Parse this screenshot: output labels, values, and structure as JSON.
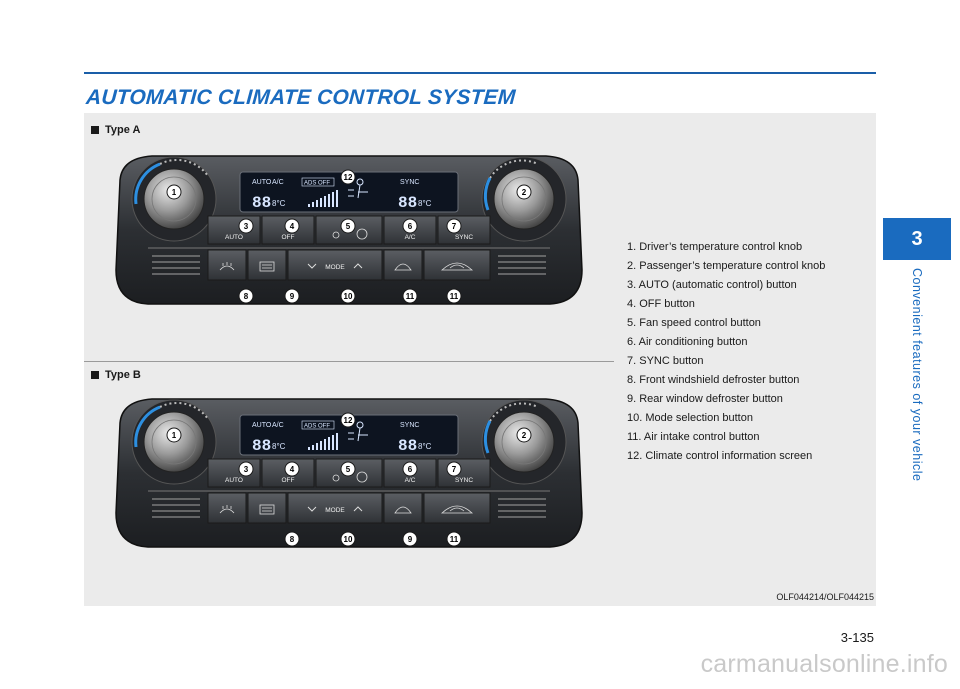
{
  "page": {
    "title": "AUTOMATIC CLIMATE CONTROL SYSTEM",
    "page_number": "3-135",
    "chapter": {
      "number": "3",
      "title": "Convenient features of your vehicle"
    },
    "image_credit": "OLF044214/OLF044215",
    "watermark": "carmanualsonline.info"
  },
  "figures": [
    {
      "label": "Type A",
      "screen": {
        "auto": "AUTO",
        "ac": "A/C",
        "ads": "ADS OFF",
        "sync": "SYNC",
        "temp_left": "88",
        "temp_right": "88",
        "unit": "8°C"
      },
      "buttons": {
        "auto": "AUTO",
        "off": "OFF",
        "ac": "A/C",
        "sync": "SYNC",
        "mode": "MODE"
      },
      "callouts": {
        "c1": "1",
        "c2": "2",
        "c3": "3",
        "c4": "4",
        "c5": "5",
        "c6": "6",
        "c7": "7",
        "c12": "12",
        "b1": "8",
        "b2": "9",
        "b3": "10",
        "b4": "11",
        "b5": "11"
      }
    },
    {
      "label": "Type B",
      "screen": {
        "auto": "AUTO",
        "ac": "A/C",
        "ads": "ADS OFF",
        "sync": "SYNC",
        "temp_left": "88",
        "temp_right": "88",
        "unit": "8°C"
      },
      "buttons": {
        "auto": "AUTO",
        "off": "OFF",
        "ac": "A/C",
        "sync": "SYNC",
        "mode": "MODE"
      },
      "callouts": {
        "c1": "1",
        "c2": "2",
        "c3": "3",
        "c4": "4",
        "c5": "5",
        "c6": "6",
        "c7": "7",
        "c12": "12",
        "b1": "8",
        "b2": "10",
        "b3": "9",
        "b4": "11"
      }
    }
  ],
  "legend": [
    "1. Driver’s temperature control knob",
    "2. Passenger’s temperature control knob",
    "3. AUTO (automatic control) button",
    "4. OFF button",
    "5. Fan speed control button",
    "6. Air conditioning button",
    "7. SYNC button",
    "8. Front windshield defroster button",
    "9. Rear window defroster button",
    "10. Mode selection button",
    "11. Air intake control button",
    "12. Climate control information screen"
  ],
  "colors": {
    "accent": "#1a6bbf",
    "console_body": "#3a3d42",
    "screen": "#0d1420",
    "screen_text": "#d8e6ff"
  }
}
